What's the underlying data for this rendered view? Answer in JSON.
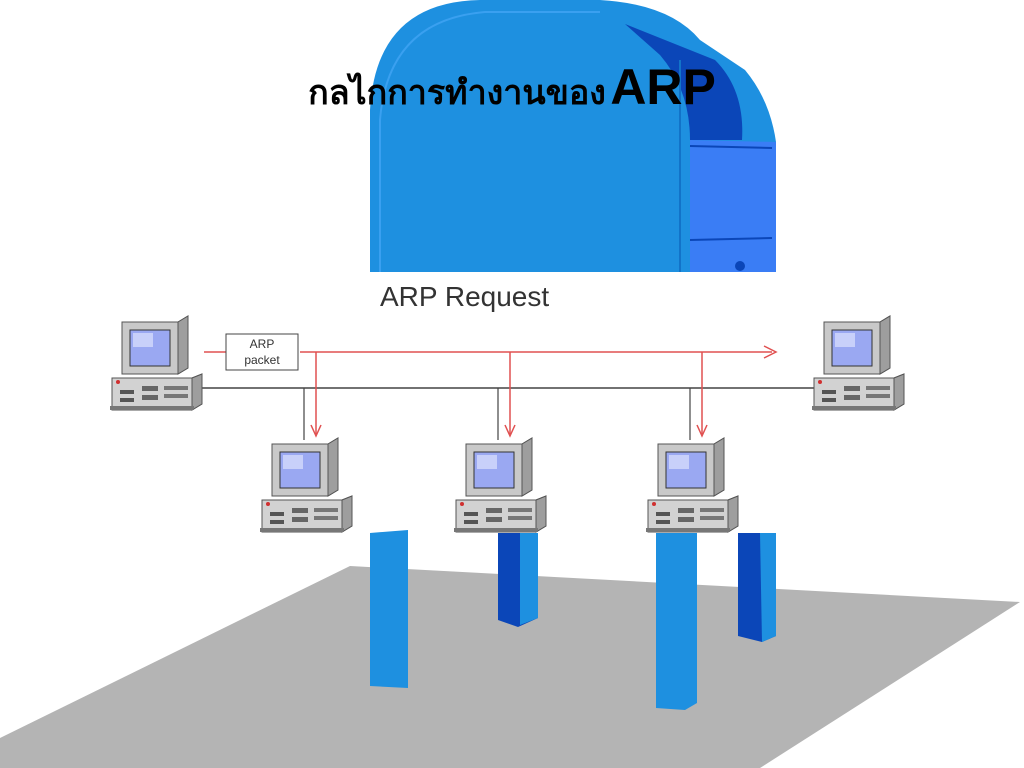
{
  "slide": {
    "title_thai": "กลไกการทำงานของ",
    "title_arp": "ARP"
  },
  "diagram": {
    "heading": "ARP Request",
    "packet_label_line1": "ARP",
    "packet_label_line2": "packet"
  },
  "colors": {
    "mailbox_blue": "#1E90E0",
    "mailbox_dark": "#0B46B8",
    "floor_gray": "#B4B4B4",
    "arrow_red": "#E05050",
    "screen_blue": "#9AA8F2"
  }
}
